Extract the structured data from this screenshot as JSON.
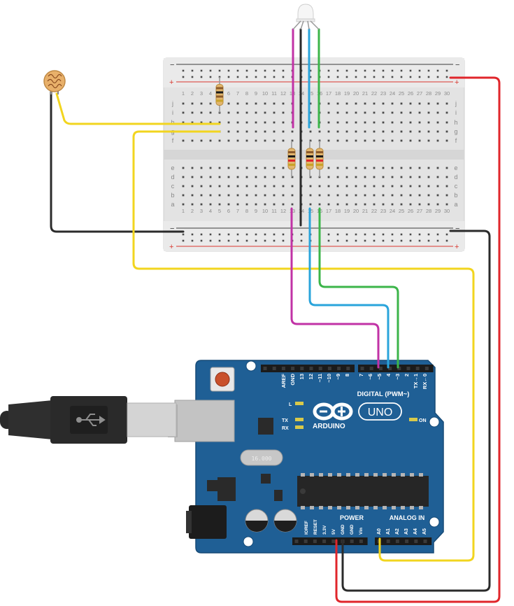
{
  "breadboard": {
    "rows_top": [
      "j",
      "i",
      "h",
      "g",
      "f"
    ],
    "rows_bottom": [
      "e",
      "d",
      "c",
      "b",
      "a"
    ],
    "columns": [
      "1",
      "2",
      "3",
      "4",
      "5",
      "6",
      "7",
      "8",
      "9",
      "10",
      "11",
      "12",
      "13",
      "14",
      "15",
      "16",
      "17",
      "18",
      "19",
      "20",
      "21",
      "22",
      "23",
      "24",
      "25",
      "26",
      "27",
      "28",
      "29",
      "30"
    ],
    "rail_minus": "−",
    "rail_plus": "+"
  },
  "arduino": {
    "brand": "ARDUINO",
    "model": "UNO",
    "digital_label": "DIGITAL (PWM~)",
    "digital_pins": [
      "AREF",
      "GND",
      "13",
      "12",
      "~11",
      "~10",
      "~9",
      "8",
      "7",
      "~6",
      "~5",
      "4",
      "~3",
      "2",
      "TX→1",
      "RX←0"
    ],
    "led_l": "L",
    "led_tx": "TX",
    "led_rx": "RX",
    "on_label": "ON",
    "crystal": "16.000",
    "power_label": "POWER",
    "power_pins": [
      "IOREF",
      "RESET",
      "3.3V",
      "5V",
      "GND",
      "GND",
      "Vin"
    ],
    "analog_label": "ANALOG IN",
    "analog_pins": [
      "A0",
      "A1",
      "A2",
      "A3",
      "A4",
      "A5"
    ]
  },
  "colors": {
    "board_blue": "#1f5f95",
    "wire_yellow": "#f2d51f",
    "wire_black": "#2b2b2b",
    "wire_red": "#e0262b",
    "wire_magenta": "#c132a6",
    "wire_cyan": "#2aa4db",
    "wire_green": "#3cb54a"
  }
}
